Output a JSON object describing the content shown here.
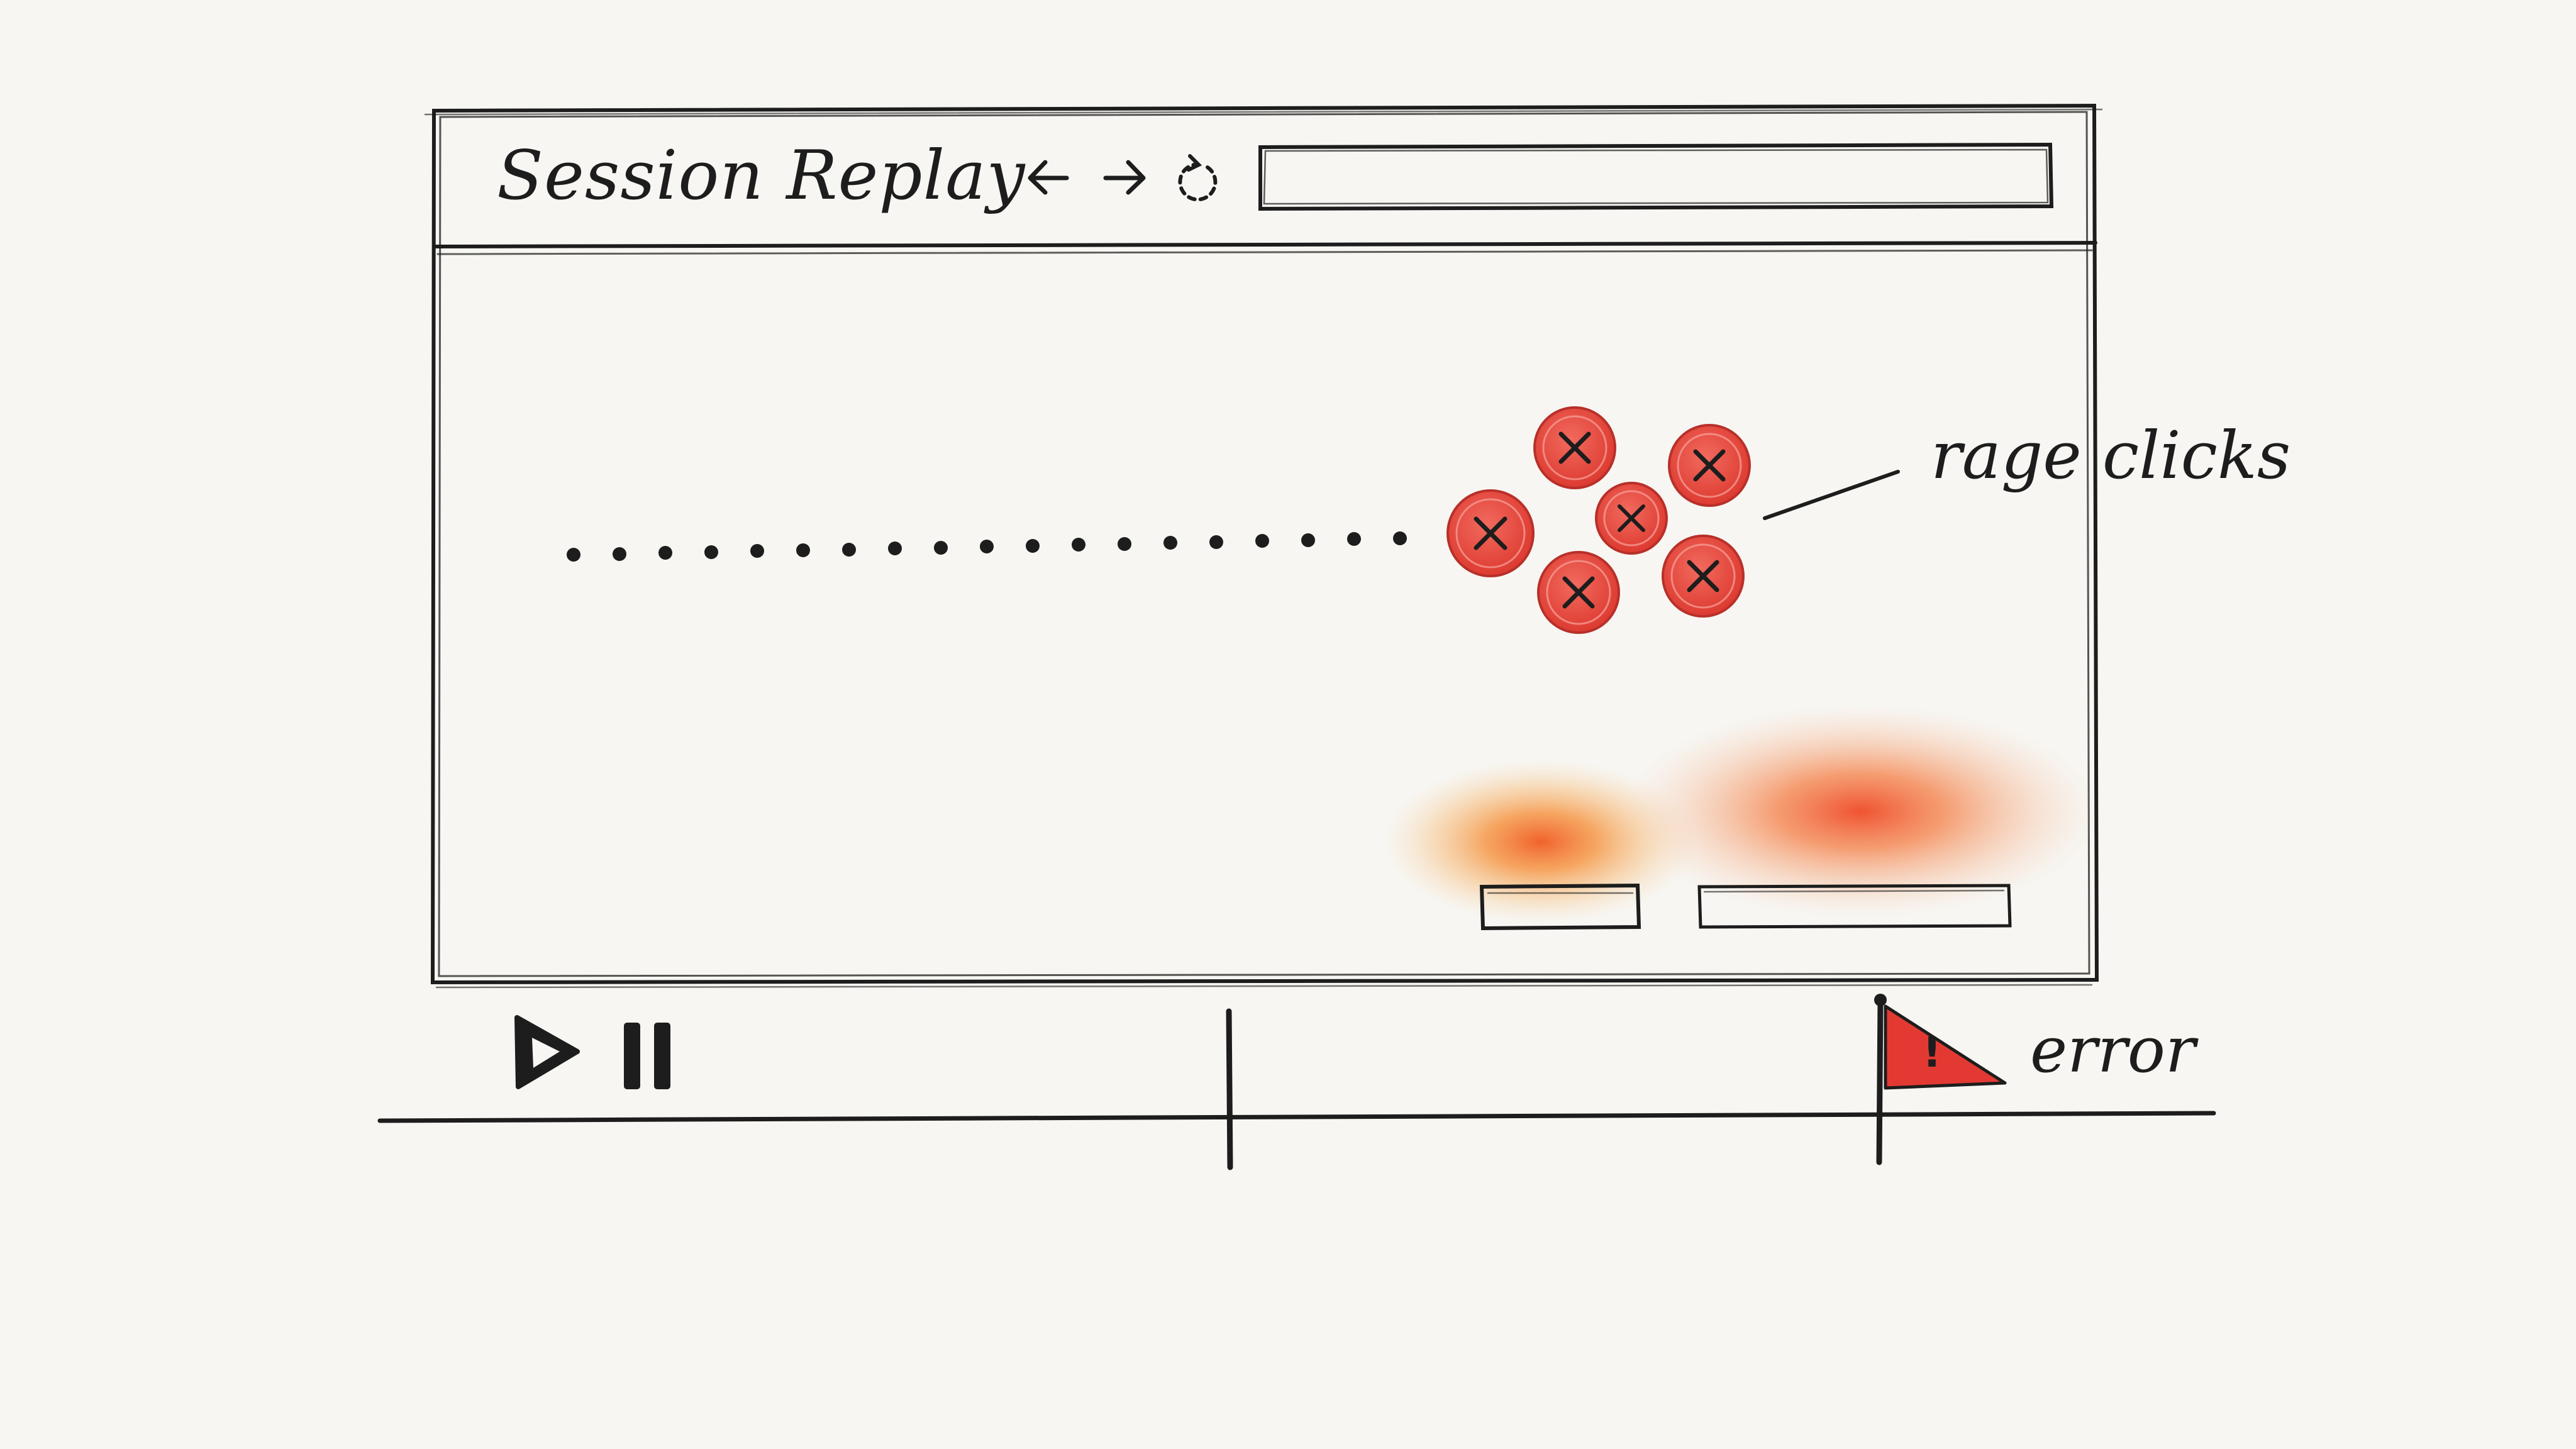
{
  "window": {
    "title": "Session Replay",
    "url_value": "",
    "url_placeholder": ""
  },
  "toolbar": {
    "back_icon": "arrow-left-icon",
    "forward_icon": "arrow-right-icon",
    "reload_icon": "reload-icon"
  },
  "annotations": {
    "rage_clicks_label": "rage clicks",
    "error_label": "error",
    "error_flag_glyph": "!"
  },
  "player": {
    "play_icon": "play-icon",
    "pause_icon": "pause-icon"
  },
  "colors": {
    "ink": "#1d1d1d",
    "paper": "#f7f6f2",
    "rage_red": "#e8433a",
    "heat_orange": "#f27a2e",
    "flag_red": "#e23a33"
  }
}
